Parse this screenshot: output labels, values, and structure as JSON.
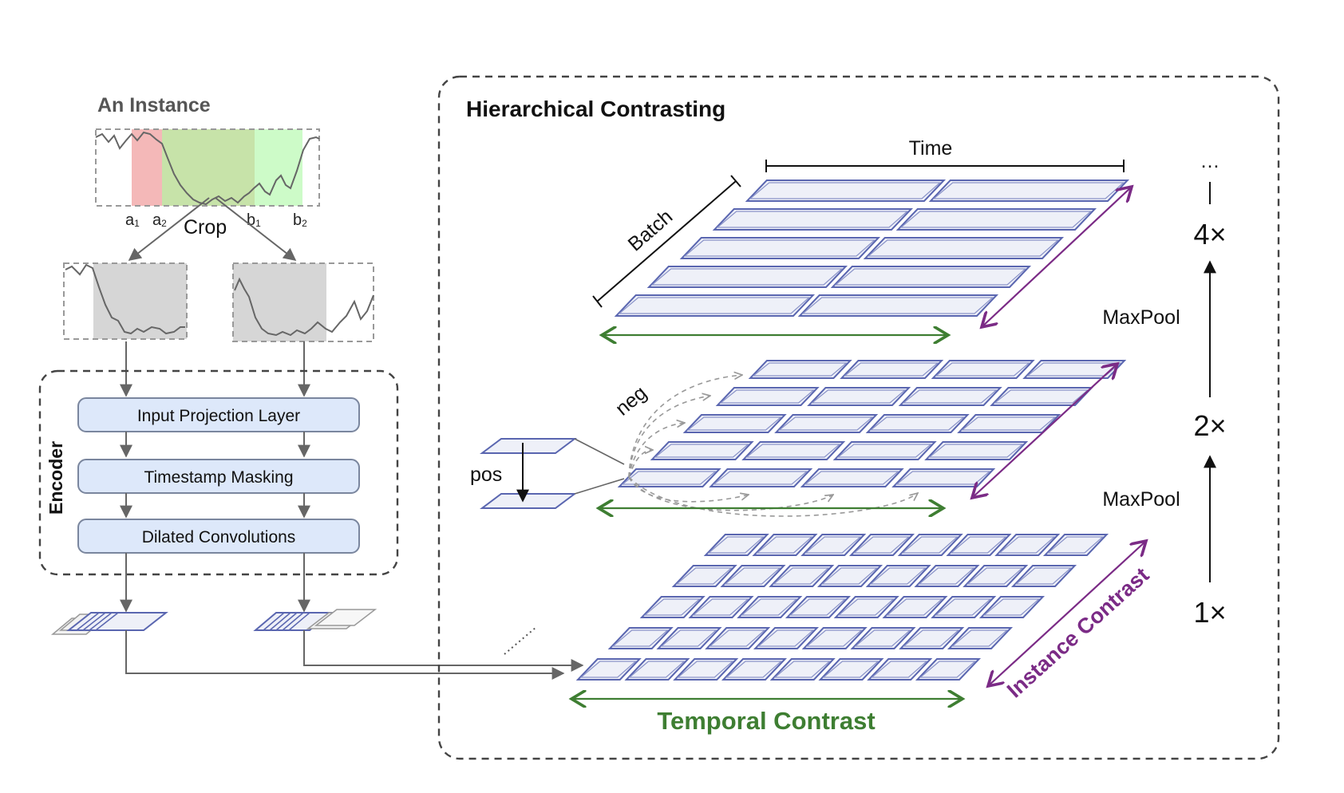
{
  "left_panel": {
    "instance_label": "An Instance",
    "crop_label": "Crop",
    "markers": [
      {
        "base": "a",
        "sub": "1"
      },
      {
        "base": "a",
        "sub": "2"
      },
      {
        "base": "b",
        "sub": "1"
      },
      {
        "base": "b",
        "sub": "2"
      }
    ],
    "encoder": {
      "title": "Encoder",
      "layers": [
        "Input Projection Layer",
        "Timestamp Masking",
        "Dilated Convolutions"
      ]
    },
    "colors": {
      "region_a": "#f4b8b8",
      "region_overlap": "#c7e3a9",
      "region_b": "#cdfbc8",
      "crop_fill": "#d6d6d6",
      "layer_fill": "#dde8fa",
      "layer_stroke": "#7a869e"
    }
  },
  "right_panel": {
    "title": "Hierarchical Contrasting",
    "axis_time": "Time",
    "axis_batch": "Batch",
    "pos_label": "pos",
    "neg_label": "neg",
    "pool_labels": [
      "MaxPool",
      "MaxPool"
    ],
    "multipliers": [
      "4×",
      "2×",
      "1×"
    ],
    "ellipsis": "…",
    "temporal_contrast": "Temporal Contrast",
    "instance_contrast": "Instance Contrast",
    "layers": [
      {
        "name": "level-4x",
        "columns": 2,
        "rows": 5
      },
      {
        "name": "level-2x",
        "columns": 4,
        "rows": 5
      },
      {
        "name": "level-1x",
        "columns": 8,
        "rows": 5
      }
    ],
    "colors": {
      "tile_fill": "#eef0f8",
      "tile_stroke": "#5a66b0",
      "temporal": "#3e7e32",
      "instance": "#7b2b86"
    }
  }
}
